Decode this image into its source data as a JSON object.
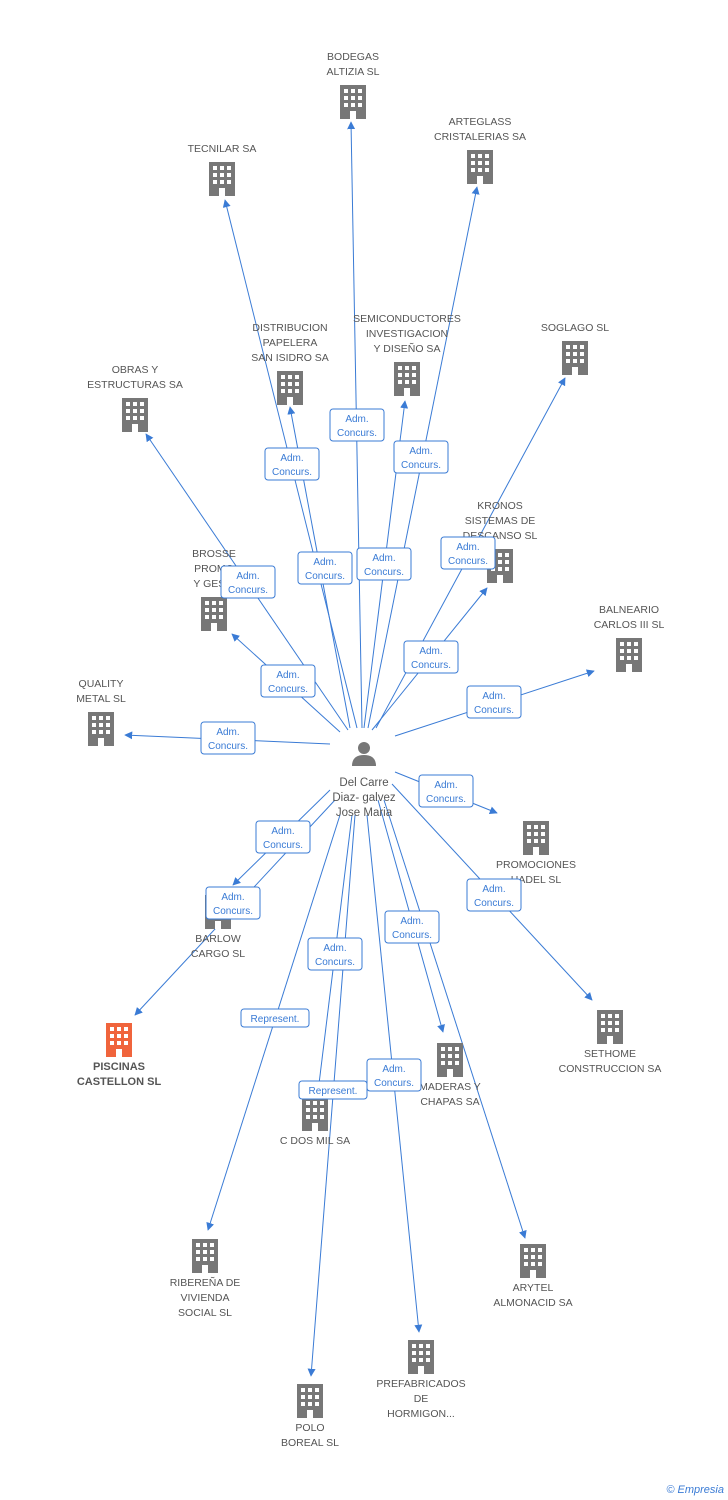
{
  "center": {
    "name_lines": [
      "Del Carre",
      "Diaz- galvez",
      "Jose Maria"
    ]
  },
  "nodes": [
    {
      "id": "bodegas",
      "lines": [
        "BODEGAS",
        "ALTIZIA SL"
      ]
    },
    {
      "id": "arteglass",
      "lines": [
        "ARTEGLASS",
        "CRISTALERIAS SA"
      ]
    },
    {
      "id": "tecnilar",
      "lines": [
        "TECNILAR SA"
      ]
    },
    {
      "id": "distribucion",
      "lines": [
        "DISTRIBUCION",
        "PAPELERA",
        "SAN ISIDRO SA"
      ]
    },
    {
      "id": "semiconductores",
      "lines": [
        "SEMICONDUCTORES",
        "INVESTIGACION",
        "Y DISEÑO SA"
      ]
    },
    {
      "id": "soglago",
      "lines": [
        "SOGLAGO SL"
      ]
    },
    {
      "id": "obras",
      "lines": [
        "OBRAS Y",
        "ESTRUCTURAS SA"
      ]
    },
    {
      "id": "kronos",
      "lines": [
        "KRONOS",
        "SISTEMAS DE",
        "DESCANSO SL"
      ]
    },
    {
      "id": "brosse",
      "lines": [
        "BROSSE",
        "PROMO",
        "Y GESTI"
      ]
    },
    {
      "id": "balneario",
      "lines": [
        "BALNEARIO",
        "CARLOS III SL"
      ]
    },
    {
      "id": "quality",
      "lines": [
        "QUALITY",
        "METAL SL"
      ]
    },
    {
      "id": "promociones",
      "lines": [
        "PROMOCIONES",
        "HADEL SL"
      ]
    },
    {
      "id": "barlow",
      "lines": [
        "BARLOW",
        "CARGO SL"
      ]
    },
    {
      "id": "piscinas",
      "lines": [
        "PISCINAS",
        "CASTELLON SL"
      ],
      "highlight": true
    },
    {
      "id": "sethome",
      "lines": [
        "SETHOME",
        "CONSTRUCCION SA"
      ]
    },
    {
      "id": "maderas",
      "lines": [
        "MADERAS Y",
        "CHAPAS SA"
      ]
    },
    {
      "id": "cdosmil",
      "lines": [
        "C DOS MIL SA"
      ]
    },
    {
      "id": "riberena",
      "lines": [
        "RIBEREÑA DE",
        "VIVIENDA",
        "SOCIAL SL"
      ]
    },
    {
      "id": "arytel",
      "lines": [
        "ARYTEL",
        "ALMONACID SA"
      ]
    },
    {
      "id": "prefabricados",
      "lines": [
        "PREFABRICADOS",
        "DE",
        "HORMIGON..."
      ]
    },
    {
      "id": "polo",
      "lines": [
        "POLO",
        "BOREAL SL"
      ]
    }
  ],
  "edge_labels": [
    {
      "id": "bodegas",
      "lines": [
        "Adm.",
        "Concurs."
      ]
    },
    {
      "id": "arteglass",
      "lines": [
        "Adm.",
        "Concurs."
      ]
    },
    {
      "id": "tecnilar",
      "lines": [
        "Adm.",
        "Concurs."
      ]
    },
    {
      "id": "distribucion",
      "lines": [
        "Adm.",
        "Concurs."
      ]
    },
    {
      "id": "semiconductores",
      "lines": [
        "Adm.",
        "Concurs."
      ]
    },
    {
      "id": "soglago",
      "lines": [
        "Adm.",
        "Concurs."
      ]
    },
    {
      "id": "obras",
      "lines": [
        "Adm.",
        "Concurs."
      ]
    },
    {
      "id": "kronos",
      "lines": [
        "Adm.",
        "Concurs."
      ]
    },
    {
      "id": "brosse",
      "lines": [
        "Adm.",
        "Concurs."
      ]
    },
    {
      "id": "balneario",
      "lines": [
        "Adm.",
        "Concurs."
      ]
    },
    {
      "id": "quality",
      "lines": [
        "Adm.",
        "Concurs."
      ]
    },
    {
      "id": "promociones",
      "lines": [
        "Adm.",
        "Concurs."
      ]
    },
    {
      "id": "barlow",
      "lines": [
        "Adm.",
        "Concurs."
      ]
    },
    {
      "id": "piscinas",
      "lines": [
        "Adm.",
        "Concurs."
      ]
    },
    {
      "id": "sethome",
      "lines": [
        "Adm.",
        "Concurs."
      ]
    },
    {
      "id": "maderas",
      "lines": [
        "Adm.",
        "Concurs."
      ]
    },
    {
      "id": "cdosmil_adm",
      "lines": [
        "Adm.",
        "Concurs."
      ]
    },
    {
      "id": "riberena",
      "lines": [
        "Represent."
      ]
    },
    {
      "id": "cdosmil_rep",
      "lines": [
        "Represent."
      ]
    },
    {
      "id": "prefabricados",
      "lines": [
        "Adm.",
        "Concurs."
      ]
    }
  ],
  "colors": {
    "edge": "#3a7bd5",
    "building": "#777777",
    "highlight": "#f0643c",
    "text": "#555555"
  },
  "icons": {
    "company": "building-icon",
    "person": "person-icon"
  },
  "credit": {
    "symbol": "©",
    "brand": "Empresia"
  }
}
